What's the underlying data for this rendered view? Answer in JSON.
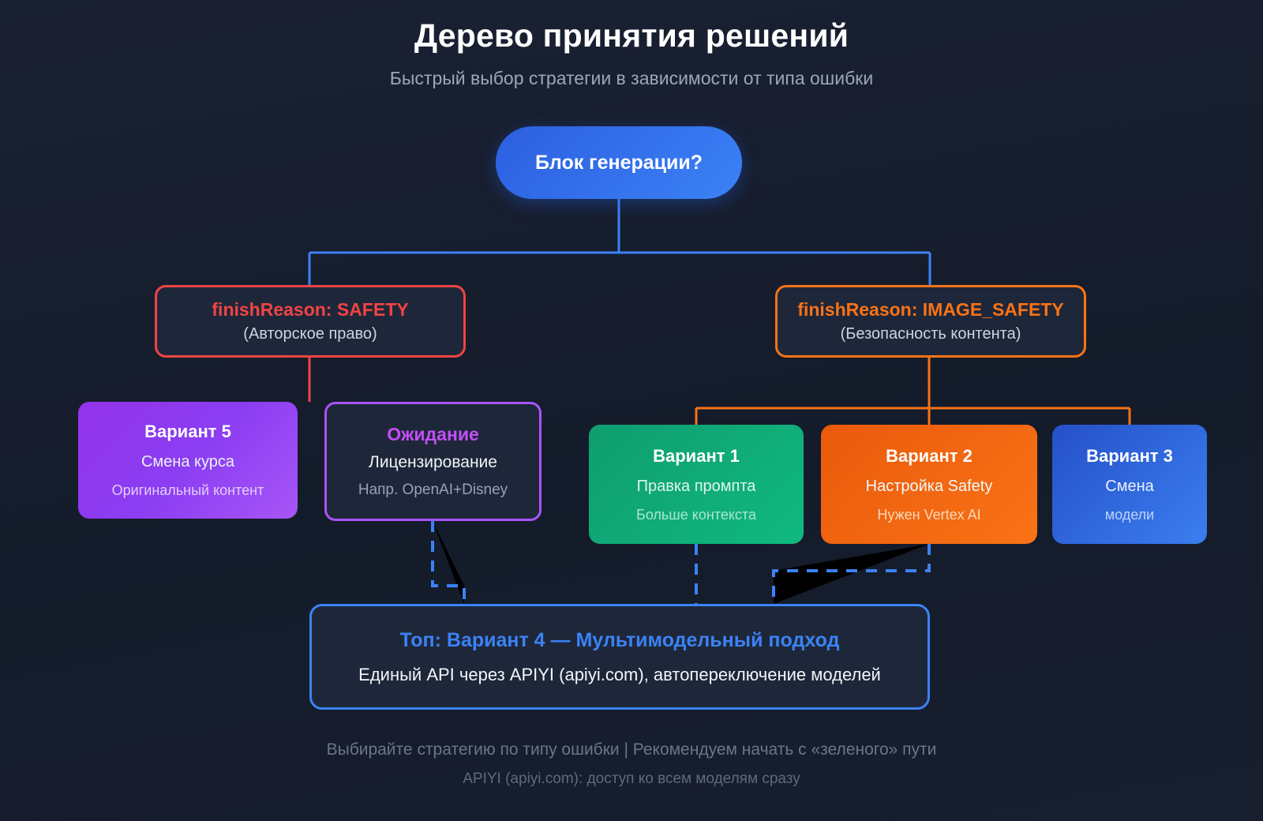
{
  "header": {
    "title": "Дерево принятия решений",
    "subtitle": "Быстрый выбор стратегии в зависимости от типа ошибки"
  },
  "tree": {
    "root": {
      "label": "Блок генерации?",
      "color": "#3b82f6"
    },
    "branches": [
      {
        "id": "safety",
        "title": "finishReason: SAFETY",
        "subtitle": "(Авторское право)",
        "color": "#f04444"
      },
      {
        "id": "image-safety",
        "title": "finishReason: IMAGE_SAFETY",
        "subtitle": "(Безопасность контента)",
        "color": "#f97316"
      }
    ],
    "cards": [
      {
        "id": "variant-5",
        "title": "Вариант 5",
        "subtitle": "Смена курса",
        "meta": "Оригинальный контент",
        "color": "#a855f7",
        "style": "filled"
      },
      {
        "id": "waiting",
        "title": "Ожидание",
        "subtitle": "Лицензирование",
        "meta": "Напр. OpenAI+Disney",
        "color": "#c24ef7",
        "style": "outlined"
      },
      {
        "id": "variant-1",
        "title": "Вариант 1",
        "subtitle": "Правка промпта",
        "meta": "Больше контекста",
        "color": "#10b981",
        "style": "filled"
      },
      {
        "id": "variant-2",
        "title": "Вариант 2",
        "subtitle": "Настройка Safety",
        "meta": "Нужен Vertex AI",
        "color": "#f97316",
        "style": "filled"
      },
      {
        "id": "variant-3",
        "title": "Вариант 3",
        "subtitle": "Смена",
        "meta": "модели",
        "color": "#3b7ef0",
        "style": "filled"
      }
    ],
    "highlight": {
      "title": "Топ: Вариант 4 — Мультимодельный подход",
      "subtitle": "Единый API через APIYI (apiyi.com), автопереключение моделей",
      "color": "#3b82f6"
    }
  },
  "footer": {
    "line1": "Выбирайте стратегию по типу ошибки | Рекомендуем начать с «зеленого» пути",
    "line2": "APIYI (apiyi.com): доступ ко всем моделям сразу"
  }
}
